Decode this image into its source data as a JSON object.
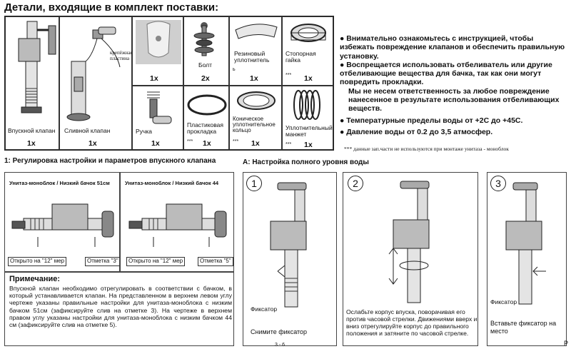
{
  "title": "Детали, входящие в комплект поставки:",
  "parts": {
    "inlet_valve": {
      "label": "Впускной клапан",
      "qty": "1x"
    },
    "drain_valve": {
      "label": "Сливной клапан",
      "qty": "1x",
      "note": "крепёжная\nпластина"
    },
    "photo": {
      "qty": "1x"
    },
    "bolt": {
      "label": "Болт",
      "qty": "2x"
    },
    "rubber_seal": {
      "label": "Резиновый\nуплотнитель",
      "qty": "1x",
      "mark": "ь"
    },
    "lock_nut": {
      "label": "Стопорная\nгайка",
      "qty": "1x",
      "stars": "***"
    },
    "handle": {
      "label": "Ручка",
      "qty": "1x"
    },
    "plastic_gasket": {
      "label": "Пластиковая\nпрокладка",
      "qty": "1x",
      "stars": "***"
    },
    "conical_ring": {
      "label": "Коническое\nуплотнительное\nкольцо",
      "qty": "1x",
      "stars": "***"
    },
    "sealing_cuff": {
      "label": "Уплотнительный\nманжет",
      "qty": "1x",
      "stars": "***"
    }
  },
  "bullets": {
    "b1": "● Внимательно ознакомьтесь с инструкцией, чтобы избежать повреждение клапанов и обеспечить правильную установку.",
    "b2": "● Воспрещается использовать отбеливатель или другие отбеливающие вещества для бачка, так как они могут повредить прокладки.",
    "b3": "Мы не несем ответственность за любое повреждение нанесенное в результате использования отбеливающих веществ.",
    "b4": "● Температурные пределы воды от +2С до +45С.",
    "b5": "● Давление воды от 0.2 до 3,5 атмосфер."
  },
  "footnote": "*** данные зап.части не используются при монтаже унитаза - моноблок",
  "section1": {
    "heading": "1: Регулировка настройки и параметров впускного клапана",
    "left_panel": {
      "title": "Унитаз-моноблок / Низкий бачок 51см",
      "open_label": "Открыто на \"12\" мер",
      "mark_label": "Отметка \"3\""
    },
    "right_panel": {
      "title": "Унитаз-моноблок / Низкий бачок 44",
      "open_label": "Открыто на \"12\" мер",
      "mark_label": "Отметка \"5\""
    },
    "note_title": "Примечание:",
    "note_text": "Впускной клапан необходимо отрегулировать в соответствии с бачком, в который устанавливается клапан. На представленном в верхнем левом углу чертеже указаны правильные настройки для унитаза-моноблока с низким бачком 51см (зафиксируйте слив на отметке 3). На чертеже в верхнем правом углу указаны настройки для унитаза-моноблока с низким бачком 44 см (зафиксируйте слив на отметке 5)."
  },
  "sectionA": {
    "heading": "А: Настройка полного уровня воды",
    "step1": {
      "num": "1",
      "label": "Фиксатор",
      "text": "Снимите фиксатор"
    },
    "step2": {
      "num": "2",
      "text": "Ослабьте корпус впуска, поворачивая его против часовой стрелки. Движениями вверх и вниз отрегулируйте корпус до правильного положения и затяните по часовой стрелке."
    },
    "step3": {
      "num": "3",
      "label": "Фиксатор",
      "text": "Вставьте фиксатор на место"
    }
  },
  "footer": {
    "page": "3 - 6",
    "corner": "Р"
  }
}
